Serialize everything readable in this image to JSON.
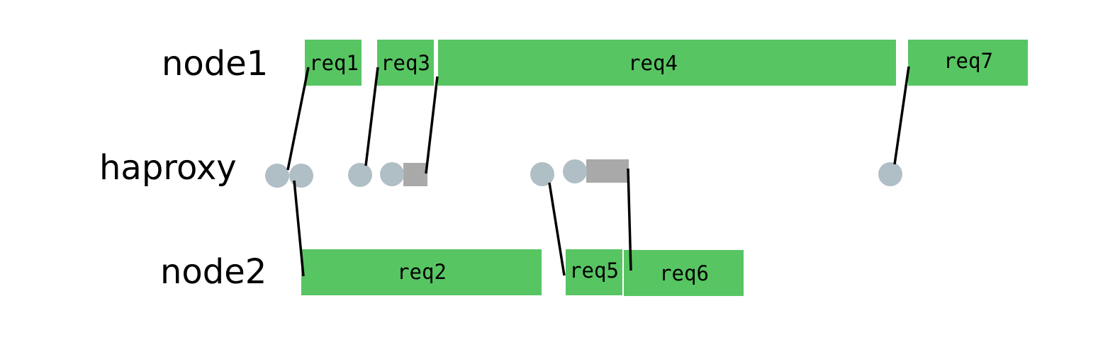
{
  "colors": {
    "request": "#58c563",
    "event": "#b0bec5",
    "wait": "#a9a9a9",
    "connector": "#000000"
  },
  "rows": {
    "node1": "node1",
    "haproxy": "haproxy",
    "node2": "node2"
  },
  "requests": [
    {
      "id": "req1",
      "label": "req1",
      "row": "node1"
    },
    {
      "id": "req3",
      "label": "req3",
      "row": "node1"
    },
    {
      "id": "req4",
      "label": "req4",
      "row": "node1"
    },
    {
      "id": "req7",
      "label": "req7",
      "row": "node1"
    },
    {
      "id": "req2",
      "label": "req2",
      "row": "node2"
    },
    {
      "id": "req5",
      "label": "req5",
      "row": "node2"
    },
    {
      "id": "req6",
      "label": "req6",
      "row": "node2"
    }
  ]
}
